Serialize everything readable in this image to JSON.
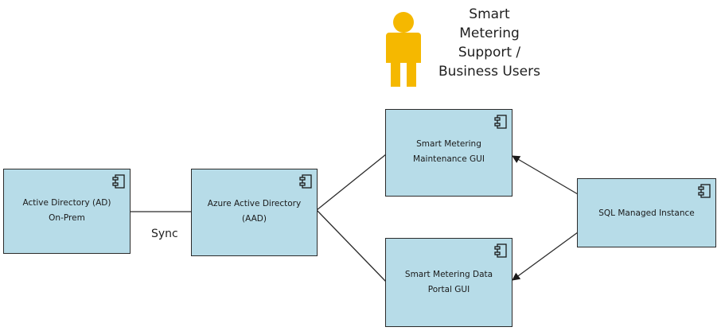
{
  "actor": {
    "label": "Smart\nMetering\nSupport /\nBusiness Users",
    "icon": "person-icon",
    "color": "#f5b800"
  },
  "components": {
    "ad_onprem": {
      "label": "Active Directory (AD)\nOn-Prem",
      "icon": "component-icon"
    },
    "aad": {
      "label": "Azure Active Directory\n(AAD)",
      "icon": "component-icon"
    },
    "maintenance_gui": {
      "label": "Smart Metering\nMaintenance GUI",
      "icon": "component-icon"
    },
    "data_portal_gui": {
      "label": "Smart Metering Data\nPortal GUI",
      "icon": "component-icon"
    },
    "sql_mi": {
      "label": "SQL Managed Instance",
      "icon": "component-icon"
    }
  },
  "connectors": {
    "sync_label": "Sync"
  },
  "colors": {
    "box_fill": "#b7dce8",
    "box_border": "#2b2b2b",
    "line": "#2b2b2b"
  }
}
